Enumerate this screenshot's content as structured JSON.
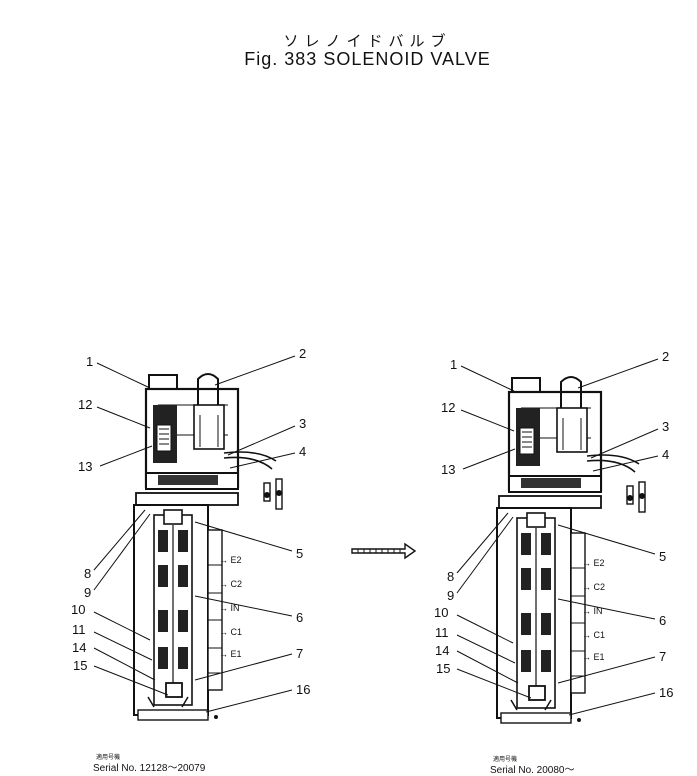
{
  "header": {
    "subtitle_jp": "ソレノイドバルブ",
    "title": "Fig. 383 SOLENOID VALVE"
  },
  "left_view": {
    "callouts": [
      "1",
      "2",
      "12",
      "3",
      "13",
      "4",
      "8",
      "9",
      "5",
      "10",
      "6",
      "11",
      "14",
      "7",
      "15",
      "16"
    ],
    "ports": [
      "→ E2",
      "→ C2",
      "→ IN",
      "→ C1",
      "→ E1"
    ],
    "serial_label_jp": "適用号機",
    "serial": "Serial No. 12128～20079"
  },
  "right_view": {
    "callouts": [
      "1",
      "2",
      "12",
      "3",
      "13",
      "4",
      "8",
      "9",
      "5",
      "10",
      "6",
      "11",
      "14",
      "7",
      "15",
      "16"
    ],
    "ports": [
      "→ E2",
      "→ C2",
      "→ IN",
      "→ C1",
      "→ E1"
    ],
    "serial_label_jp": "適用号機",
    "serial": "Serial No. 20080～"
  },
  "arrow": {
    "icon": "hollow-right-arrow-icon"
  },
  "colors": {
    "ink": "#111111",
    "background": "#ffffff"
  }
}
